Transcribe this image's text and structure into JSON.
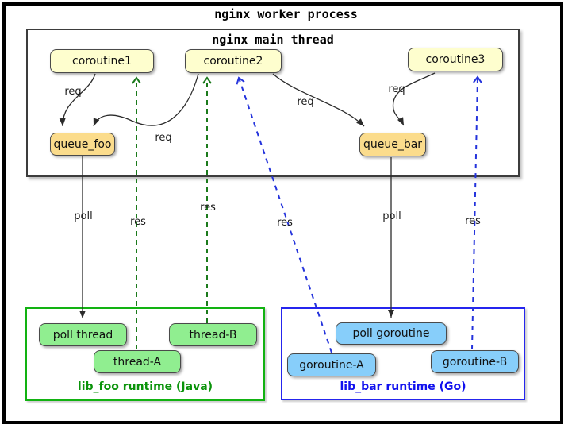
{
  "window": {
    "title": "nginx worker process"
  },
  "main_thread_box": {
    "title": "nginx main thread",
    "nodes": {
      "coroutine1": "coroutine1",
      "coroutine2": "coroutine2",
      "coroutine3": "coroutine3",
      "queue_foo": "queue_foo",
      "queue_bar": "queue_bar"
    }
  },
  "foo_runtime_box": {
    "label": "lib_foo runtime (Java)",
    "nodes": {
      "poll_thread": "poll thread",
      "thread_a": "thread-A",
      "thread_b": "thread-B"
    }
  },
  "bar_runtime_box": {
    "label": "lib_bar runtime (Go)",
    "nodes": {
      "poll_goroutine": "poll goroutine",
      "goroutine_a": "goroutine-A",
      "goroutine_b": "goroutine-B"
    }
  },
  "edge_labels": {
    "req_c1_qfoo": "req",
    "req_c2_qfoo": "req",
    "req_c2_qbar": "req",
    "req_c3_qbar": "req",
    "poll_qfoo": "poll",
    "poll_qbar": "poll",
    "res_ta_c1": "res",
    "res_tb_c2": "res",
    "res_ga_c2": "res",
    "res_gb_c3": "res"
  },
  "colors": {
    "coroutine_fill": "#FEFECE",
    "queue_fill": "#FBDC8C",
    "thread_fill": "#90EE90",
    "goroutine_fill": "#87CEFA",
    "node_border": "#4A4A4A",
    "foo_box_border": "#12B212",
    "foo_label_text": "#0A930A",
    "bar_box_border": "#2525EE",
    "bar_label_text": "#1111EE",
    "res_green": "#1B7A1B",
    "res_blue": "#2433DC",
    "line_black": "#2B2B2B"
  }
}
